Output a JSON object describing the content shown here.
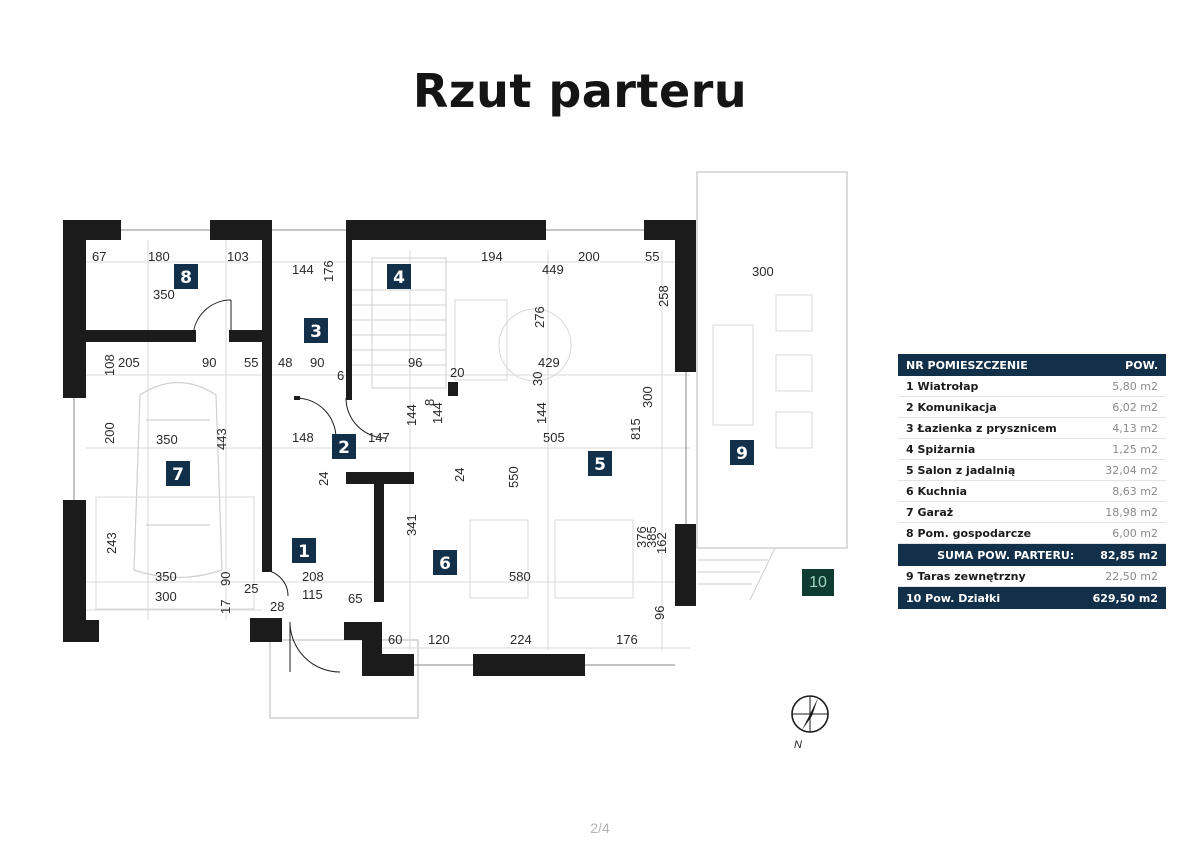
{
  "title": "Rzut parteru",
  "page_number": "2/4",
  "room_labels": [
    "1",
    "2",
    "3",
    "4",
    "5",
    "6",
    "7",
    "8",
    "9"
  ],
  "lot_badge": "10",
  "compass_label": "N",
  "dimensions": [
    "67",
    "180",
    "103",
    "350",
    "144",
    "176",
    "194",
    "449",
    "200",
    "55",
    "300",
    "258",
    "276",
    "205",
    "90",
    "55",
    "48",
    "90",
    "96",
    "20",
    "429",
    "108",
    "6",
    "30",
    "144",
    "8",
    "144",
    "144",
    "200",
    "350",
    "443",
    "148",
    "147",
    "505",
    "815",
    "300",
    "24",
    "24",
    "550",
    "341",
    "376",
    "385",
    "162",
    "243",
    "350",
    "90",
    "208",
    "115",
    "65",
    "580",
    "25",
    "17",
    "300",
    "28",
    "60",
    "120",
    "224",
    "176",
    "96"
  ],
  "legend": {
    "header_name": "NR POMIESZCZENIE",
    "header_value": "POW.",
    "rows": [
      {
        "name": "1 Wiatrołap",
        "value": "5,80 m2"
      },
      {
        "name": "2 Komunikacja",
        "value": "6,02 m2"
      },
      {
        "name": "3 Łazienka z prysznicem",
        "value": "4,13 m2"
      },
      {
        "name": "4 Spiżarnia",
        "value": "1,25 m2"
      },
      {
        "name": "5 Salon z jadalnią",
        "value": "32,04 m2"
      },
      {
        "name": "6 Kuchnia",
        "value": "8,63 m2"
      },
      {
        "name": "7 Garaż",
        "value": "18,98 m2"
      },
      {
        "name": "8 Pom. gospodarcze",
        "value": "6,00 m2"
      }
    ],
    "sum_label": "SUMA POW. PARTERU:",
    "sum_value": "82,85 m2",
    "extra_row": {
      "name": "9 Taras zewnętrzny",
      "value": "22,50 m2"
    },
    "footer_name": "10 Pow. Działki",
    "footer_value": "629,50 m2"
  }
}
